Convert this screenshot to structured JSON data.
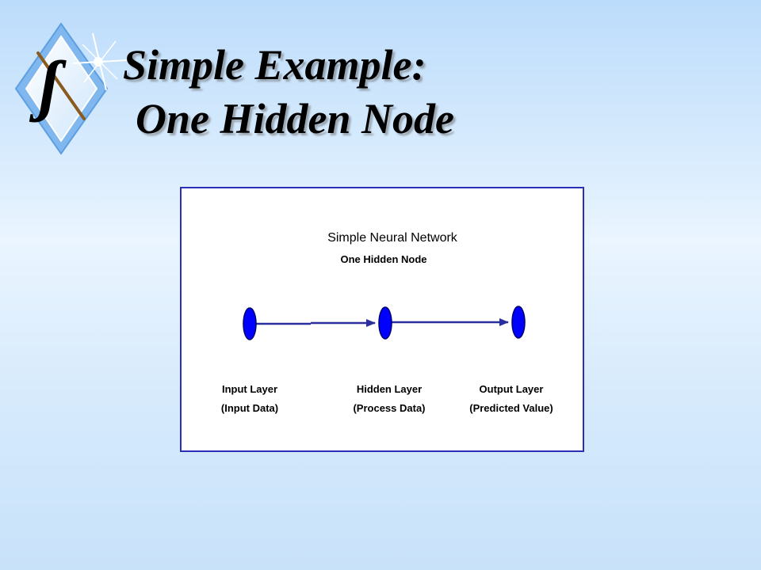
{
  "slide": {
    "title_line1": "Simple Example:",
    "title_line2": "One Hidden Node"
  },
  "logo": {
    "icon": "integral-diamond-logo",
    "glyph": "ʃ"
  },
  "diagram": {
    "title": "Simple Neural Network",
    "subtitle": "One Hidden Node",
    "layers": [
      {
        "id": "input",
        "label": "Input Layer",
        "sublabel": "(Input Data)"
      },
      {
        "id": "hidden",
        "label": "Hidden Layer",
        "sublabel": "(Process Data)"
      },
      {
        "id": "output",
        "label": "Output Layer",
        "sublabel": "(Predicted Value)"
      }
    ],
    "colors": {
      "node": "#0000ff",
      "edge": "#2b2f9e",
      "frame": "#2b2fb8"
    }
  }
}
